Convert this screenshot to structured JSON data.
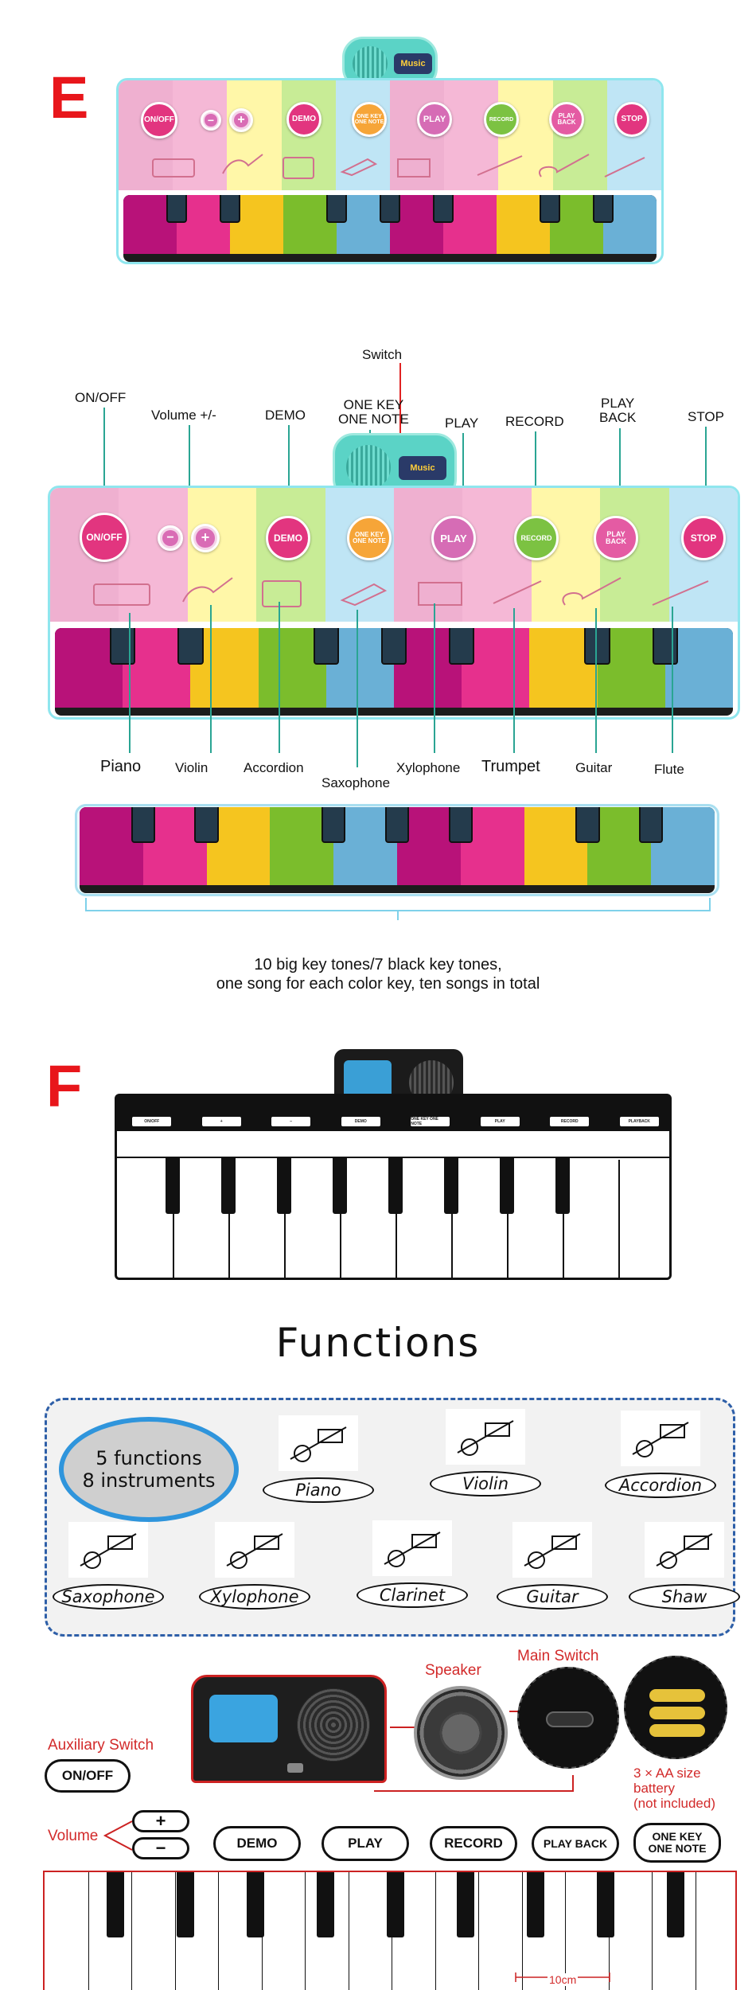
{
  "sections": {
    "e_letter": "E",
    "f_letter": "F"
  },
  "mat": {
    "buttons": {
      "onoff": "ON/OFF",
      "minus": "−",
      "plus": "+",
      "demo": "DEMO",
      "onekey": "ONE KEY ONE NOTE",
      "play": "PLAY",
      "record": "RECORD",
      "playback": "PLAY BACK",
      "stop": "STOP"
    },
    "logo": "Music"
  },
  "diagram": {
    "labels": {
      "switch": "Switch",
      "onoff": "ON/OFF",
      "volume": "Volume +/-",
      "demo": "DEMO",
      "onekey_l1": "ONE KEY",
      "onekey_l2": "ONE NOTE",
      "play": "PLAY",
      "record": "RECORD",
      "playback_l1": "PLAY",
      "playback_l2": "BACK",
      "stop": "STOP"
    },
    "instruments": {
      "piano": "Piano",
      "violin": "Violin",
      "accordion": "Accordion",
      "saxophone": "Saxophone",
      "xylophone": "Xylophone",
      "trumpet": "Trumpet",
      "guitar": "Guitar",
      "flute": "Flute"
    },
    "caption_l1": "10 big key tones/7 black key tones,",
    "caption_l2": "one song for each color key, ten songs in total"
  },
  "f_section": {
    "tabs": [
      "ON/OFF",
      "+",
      "−",
      "DEMO",
      "ONE KEY ONE NOTE",
      "PLAY",
      "RECORD",
      "PLAYBACK"
    ]
  },
  "functions": {
    "title": "Functions",
    "badge_l1": "5 functions",
    "badge_l2": "8 instruments",
    "instruments": [
      "Piano",
      "Violin",
      "Accordion",
      "Saxophone",
      "Xylophone",
      "Clarinet",
      "Guitar",
      "Shaw"
    ]
  },
  "controls": {
    "speaker": "Speaker",
    "main_switch": "Main Switch",
    "auxiliary_switch": "Auxiliary Switch",
    "onoff": "ON/OFF",
    "battery_l1": "3 × AA size",
    "battery_l2": "battery",
    "battery_l3": "(not included)",
    "volume": "Volume",
    "plus": "+",
    "minus": "−",
    "demo": "DEMO",
    "play": "PLAY",
    "record": "RECORD",
    "playback": "PLAY BACK",
    "onekey_l1": "ONE KEY",
    "onekey_l2": "ONE NOTE",
    "dimension": "10cm"
  },
  "colors": {
    "key_colors": [
      "#b81279",
      "#e6308d",
      "#f5c51f",
      "#7bbd2c",
      "#6ab0d6",
      "#b81279",
      "#e6308d",
      "#f5c51f",
      "#7bbd2c",
      "#6ab0d6"
    ],
    "band_colors": [
      "#efb0d0",
      "#f5b8d6",
      "#fff7a8",
      "#c8ec96",
      "#bfe5f5",
      "#efb0d0",
      "#f5b8d6",
      "#fff7a8",
      "#c8ec96",
      "#bfe5f5"
    ],
    "button_colors": {
      "onoff": "#e2357f",
      "demo": "#e2357f",
      "onekey": "#f6a538",
      "play": "#d66cb5",
      "record": "#7cc242",
      "playback": "#e45ba3",
      "stop": "#e2357f"
    },
    "accent_red": "#e8161b",
    "function_border": "#2e5fa8",
    "badge_border": "#2f95dc"
  }
}
